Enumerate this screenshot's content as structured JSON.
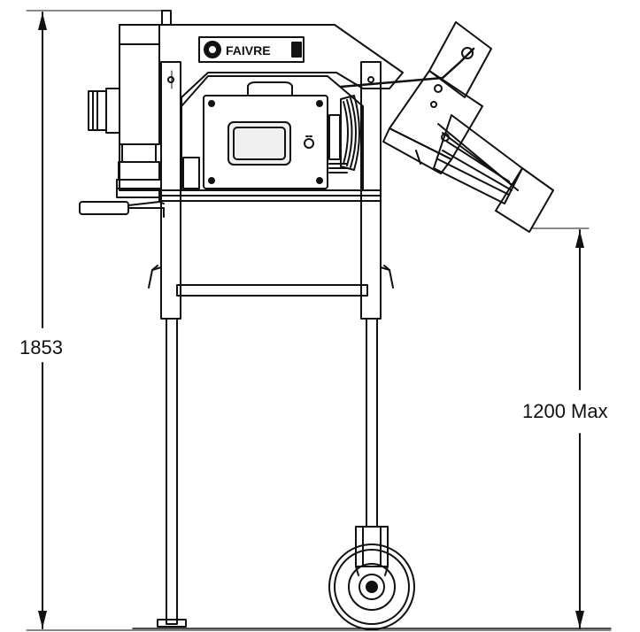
{
  "dimensions": {
    "total_height_label": "1853",
    "discharge_height_label": "1200 Max"
  },
  "brand": {
    "name": "FAIVRE"
  },
  "colors": {
    "line": "#111111",
    "background": "#ffffff",
    "screen": "#f0f0f0"
  }
}
